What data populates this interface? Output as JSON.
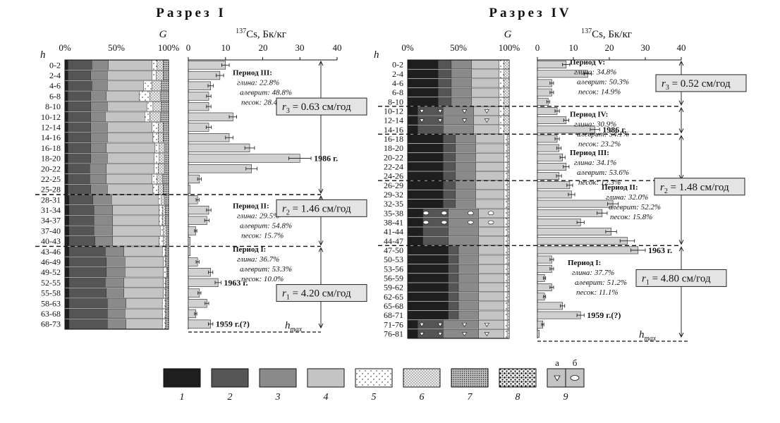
{
  "figure": {
    "legend": {
      "items": [
        {
          "label": "1",
          "fill": "#1e1e1e",
          "pattern": "solid"
        },
        {
          "label": "2",
          "fill": "#555555",
          "pattern": "solid"
        },
        {
          "label": "3",
          "fill": "#8a8a8a",
          "pattern": "solid"
        },
        {
          "label": "4",
          "fill": "#c4c4c4",
          "pattern": "solid"
        },
        {
          "label": "5",
          "fill": "#ffffff",
          "pattern": "sparse-dots"
        },
        {
          "label": "6",
          "fill": "#ececec",
          "pattern": "dots"
        },
        {
          "label": "7",
          "fill": "#d2d2d2",
          "pattern": "dense-dots"
        },
        {
          "label": "8",
          "fill": "#f0f0f0",
          "pattern": "coarse"
        },
        {
          "label": "9",
          "fill": "#c4c4c4",
          "pattern": "inclusions"
        }
      ],
      "sub_a": "а",
      "sub_b": "б"
    }
  },
  "chart_data": [
    {
      "type": "bar",
      "subtype": "stacked-horizontal-100",
      "title": "Разрез I",
      "xlabel": "G",
      "ylabel": "h",
      "x_ticks": [
        "0%",
        "50%",
        "100%"
      ],
      "xlim": [
        0,
        100
      ],
      "categories": [
        "0-2",
        "2-4",
        "4-6",
        "6-8",
        "8-10",
        "10-12",
        "12-14",
        "14-16",
        "16-18",
        "18-20",
        "20-22",
        "22-25",
        "25-28",
        "28-31",
        "31-34",
        "34-37",
        "37-40",
        "40-43",
        "43-46",
        "46-49",
        "49-52",
        "52-55",
        "55-58",
        "58-63",
        "63-68",
        "68-73"
      ],
      "series": [
        {
          "name": "1",
          "values": [
            3,
            3,
            3,
            3,
            3,
            3,
            3,
            3,
            3,
            3,
            3,
            3,
            3,
            4,
            4,
            4,
            4,
            4,
            4,
            4,
            4,
            4,
            4,
            4,
            4,
            4
          ]
        },
        {
          "name": "2",
          "values": [
            23,
            22,
            23,
            22,
            22,
            22,
            22,
            22,
            22,
            22,
            21,
            21,
            22,
            23,
            24,
            24,
            24,
            25,
            35,
            36,
            36,
            35,
            36,
            37,
            37,
            37
          ]
        },
        {
          "name": "3",
          "values": [
            16,
            16,
            15,
            15,
            16,
            14,
            16,
            16,
            15,
            16,
            16,
            16,
            16,
            18,
            18,
            18,
            18,
            17,
            18,
            18,
            18,
            18,
            17,
            18,
            17,
            18
          ]
        },
        {
          "name": "4",
          "values": [
            42,
            43,
            35,
            32,
            38,
            38,
            43,
            44,
            47,
            45,
            46,
            44,
            44,
            45,
            45,
            45,
            46,
            45,
            37,
            37,
            37,
            38,
            38,
            35,
            36,
            35
          ]
        },
        {
          "name": "5",
          "values": [
            5,
            4,
            8,
            10,
            6,
            5,
            6,
            5,
            4,
            5,
            4,
            5,
            5,
            3,
            3,
            3,
            3,
            4,
            3,
            2,
            3,
            2,
            2,
            3,
            3,
            3
          ]
        },
        {
          "name": "6",
          "values": [
            6,
            7,
            9,
            10,
            8,
            10,
            5,
            5,
            5,
            5,
            6,
            5,
            5,
            3,
            3,
            3,
            3,
            3,
            1,
            1,
            1,
            1,
            1,
            1,
            1,
            1
          ]
        },
        {
          "name": "7",
          "values": [
            5,
            5,
            7,
            8,
            7,
            8,
            5,
            5,
            4,
            4,
            4,
            6,
            5,
            4,
            3,
            3,
            2,
            2,
            2,
            2,
            1,
            2,
            2,
            2,
            2,
            2
          ]
        }
      ]
    },
    {
      "type": "bar",
      "subtype": "horizontal-with-error",
      "title": "",
      "xlabel": "137Cs, Бк/кг",
      "x_ticks": [
        "0",
        "10",
        "20",
        "30",
        "40"
      ],
      "xlim": [
        0,
        40
      ],
      "categories": [
        "0-2",
        "2-4",
        "4-6",
        "6-8",
        "8-10",
        "10-12",
        "12-14",
        "14-16",
        "16-18",
        "18-20",
        "20-22",
        "22-25",
        "25-28",
        "28-31",
        "31-34",
        "34-37",
        "37-40",
        "40-43",
        "43-46",
        "46-49",
        "49-52",
        "52-55",
        "55-58",
        "58-63",
        "63-68",
        "68-73"
      ],
      "values": [
        10,
        8.5,
        6,
        5.5,
        5.5,
        12,
        5.5,
        11,
        16.5,
        30,
        17,
        3,
        0.5,
        2.5,
        5.5,
        5,
        2,
        0.5,
        0.5,
        2.5,
        6,
        8,
        3,
        5,
        2,
        6
      ],
      "errors": [
        1,
        1,
        0.7,
        0.6,
        0.6,
        1,
        0.7,
        1,
        1.3,
        3,
        1.5,
        0.5,
        0,
        0.4,
        0.6,
        0.6,
        0.3,
        0,
        0,
        0.4,
        0.6,
        0.8,
        0.4,
        0.5,
        0.3,
        0.6
      ],
      "boundaries_after": [
        "25-28",
        "40-43"
      ],
      "h_max": "hmax",
      "annotations": {
        "dates": [
          {
            "row": "18-20",
            "text": "1986 г."
          },
          {
            "row": "52-55",
            "text": "1963 г."
          },
          {
            "row": "68-73",
            "text": "1959 г.(?)"
          }
        ],
        "periods": [
          {
            "row": "0-2",
            "title": "Период III:",
            "lines": [
              "глина: 22.8%",
              "алеврит: 48.8%",
              "песок: 28.4%"
            ]
          },
          {
            "row": "28-31",
            "title": "Период II:",
            "lines": [
              "глина: 29.5%",
              "алеврит: 54.8%",
              "песок: 15.7%"
            ]
          },
          {
            "row": "43-46",
            "title": "Период I:",
            "lines": [
              "глина: 36.7%",
              "алеврит: 53.3%",
              "песок: 10.0%"
            ]
          }
        ],
        "rates": [
          {
            "row": "8-10",
            "prefix": "r",
            "index": "3",
            "text": " = 0.63 см/год"
          },
          {
            "row": "28-31",
            "prefix": "r",
            "index": "2",
            "text": " = 1.46 см/год"
          },
          {
            "row": "55-58",
            "prefix": "r",
            "index": "1",
            "text": " = 4.20 см/год"
          }
        ]
      }
    },
    {
      "type": "bar",
      "subtype": "stacked-horizontal-100",
      "title": "Разрез IV",
      "xlabel": "G",
      "ylabel": "h",
      "x_ticks": [
        "0%",
        "50%",
        "100%"
      ],
      "xlim": [
        0,
        100
      ],
      "categories": [
        "0-2",
        "2-4",
        "4-6",
        "6-8",
        "8-10",
        "10-12",
        "12-14",
        "14-16",
        "16-18",
        "18-20",
        "20-22",
        "22-24",
        "24-26",
        "26-29",
        "29-32",
        "32-35",
        "35-38",
        "38-41",
        "41-44",
        "44-47",
        "47-50",
        "50-53",
        "53-56",
        "56-59",
        "59-62",
        "62-65",
        "65-68",
        "68-71",
        "71-76",
        "76-81"
      ],
      "series": [
        {
          "name": "1",
          "values": [
            30,
            30,
            30,
            30,
            30,
            10,
            10,
            10,
            35,
            35,
            35,
            35,
            35,
            35,
            35,
            35,
            15,
            15,
            15,
            15,
            40,
            40,
            40,
            40,
            40,
            40,
            40,
            40,
            10,
            10
          ]
        },
        {
          "name": "2",
          "values": [
            13,
            13,
            13,
            13,
            13,
            25,
            25,
            25,
            12,
            12,
            12,
            12,
            12,
            12,
            12,
            12,
            25,
            25,
            25,
            25,
            10,
            10,
            10,
            10,
            10,
            10,
            10,
            10,
            25,
            25
          ]
        },
        {
          "name": "3",
          "values": [
            20,
            20,
            20,
            20,
            20,
            30,
            30,
            30,
            20,
            20,
            20,
            20,
            20,
            20,
            20,
            20,
            30,
            30,
            30,
            30,
            20,
            20,
            20,
            20,
            20,
            20,
            20,
            20,
            35,
            35
          ]
        },
        {
          "name": "4",
          "values": [
            27,
            27,
            27,
            27,
            27,
            25,
            25,
            25,
            28,
            28,
            28,
            28,
            28,
            28,
            28,
            28,
            25,
            25,
            25,
            25,
            25,
            25,
            25,
            25,
            25,
            25,
            25,
            25,
            25,
            25
          ]
        },
        {
          "name": "5",
          "values": [
            5,
            5,
            5,
            5,
            5,
            5,
            5,
            5,
            3,
            3,
            3,
            3,
            3,
            3,
            3,
            3,
            3,
            3,
            3,
            3,
            3,
            3,
            3,
            3,
            3,
            3,
            3,
            3,
            3,
            3
          ]
        },
        {
          "name": "6",
          "values": [
            5,
            5,
            5,
            5,
            5,
            5,
            5,
            5,
            2,
            2,
            2,
            2,
            2,
            2,
            2,
            2,
            2,
            2,
            2,
            2,
            2,
            2,
            2,
            2,
            2,
            2,
            2,
            2,
            2,
            2
          ]
        }
      ],
      "inclusion_rows": {
        "a": [
          "10-12",
          "12-14",
          "71-76",
          "76-81"
        ],
        "b": [
          "35-38",
          "38-41"
        ]
      }
    },
    {
      "type": "bar",
      "subtype": "horizontal-with-error",
      "title": "",
      "xlabel": "137Cs, Бк/кг",
      "x_ticks": [
        "0",
        "10",
        "20",
        "30",
        "40"
      ],
      "xlim": [
        0,
        40
      ],
      "categories": [
        "0-2",
        "2-4",
        "4-6",
        "6-8",
        "8-10",
        "10-12",
        "12-14",
        "14-16",
        "16-18",
        "18-20",
        "20-22",
        "22-24",
        "24-26",
        "26-29",
        "29-32",
        "32-35",
        "35-38",
        "38-41",
        "41-44",
        "44-47",
        "47-50",
        "50-53",
        "53-56",
        "56-59",
        "59-62",
        "62-65",
        "65-68",
        "68-71",
        "71-76",
        "76-81"
      ],
      "values": [
        8,
        14,
        4,
        4,
        3,
        5.5,
        8,
        16,
        5.5,
        6,
        7,
        8,
        6,
        9,
        9.5,
        21,
        18,
        12,
        20.5,
        25,
        28,
        4,
        4,
        2,
        4,
        2,
        7,
        12,
        1.5,
        0.5
      ],
      "errors": [
        1,
        1,
        0.5,
        0.5,
        0.4,
        0.6,
        0.7,
        1.3,
        0.6,
        0.6,
        0.7,
        0.8,
        0.7,
        0.8,
        0.9,
        1.5,
        1.4,
        1,
        1.5,
        2,
        2,
        0.5,
        0.5,
        0.3,
        0.5,
        0.3,
        0.6,
        1,
        0.3,
        0
      ],
      "boundaries_after": [
        "8-10",
        "14-16",
        "24-26",
        "44-47"
      ],
      "h_max": "hmax",
      "annotations": {
        "dates": [
          {
            "row": "14-16",
            "text": "1986 г."
          },
          {
            "row": "47-50",
            "text": "1963 г."
          },
          {
            "row": "68-71",
            "text": "1959 г.(?)"
          }
        ],
        "periods": [
          {
            "row": "0-2",
            "title": "Период V:",
            "lines": [
              "глина: 34.8%",
              "алеврит: 50.3%",
              "песок: 14.9%"
            ]
          },
          {
            "row": "10-12",
            "title": "Период IV:",
            "lines": [
              "глина: 30.9%",
              "алеврит: 54.1%",
              "песок: 23.2%"
            ]
          },
          {
            "row": "18-20",
            "title": "Период III:",
            "lines": [
              "глина: 34.1%",
              "алеврит: 53.6%",
              "песок: 12.3%"
            ]
          },
          {
            "row": "26-29",
            "title": "Период II:",
            "lines": [
              "глина: 32.0%",
              "алеврит: 52.2%",
              "песок: 15.8%"
            ]
          },
          {
            "row": "50-53",
            "title": "Период I:",
            "lines": [
              "глина: 37.7%",
              "алеврит: 51.2%",
              "песок: 11.1%"
            ]
          }
        ],
        "rates": [
          {
            "row": "4-6",
            "prefix": "r",
            "index": "3",
            "text": " = 0.52 см/год"
          },
          {
            "row": "26-29",
            "prefix": "r",
            "index": "2",
            "text": " = 1.48 см/год"
          },
          {
            "row": "56-59",
            "prefix": "r",
            "index": "1",
            "text": " = 4.80 см/год"
          }
        ]
      }
    }
  ]
}
